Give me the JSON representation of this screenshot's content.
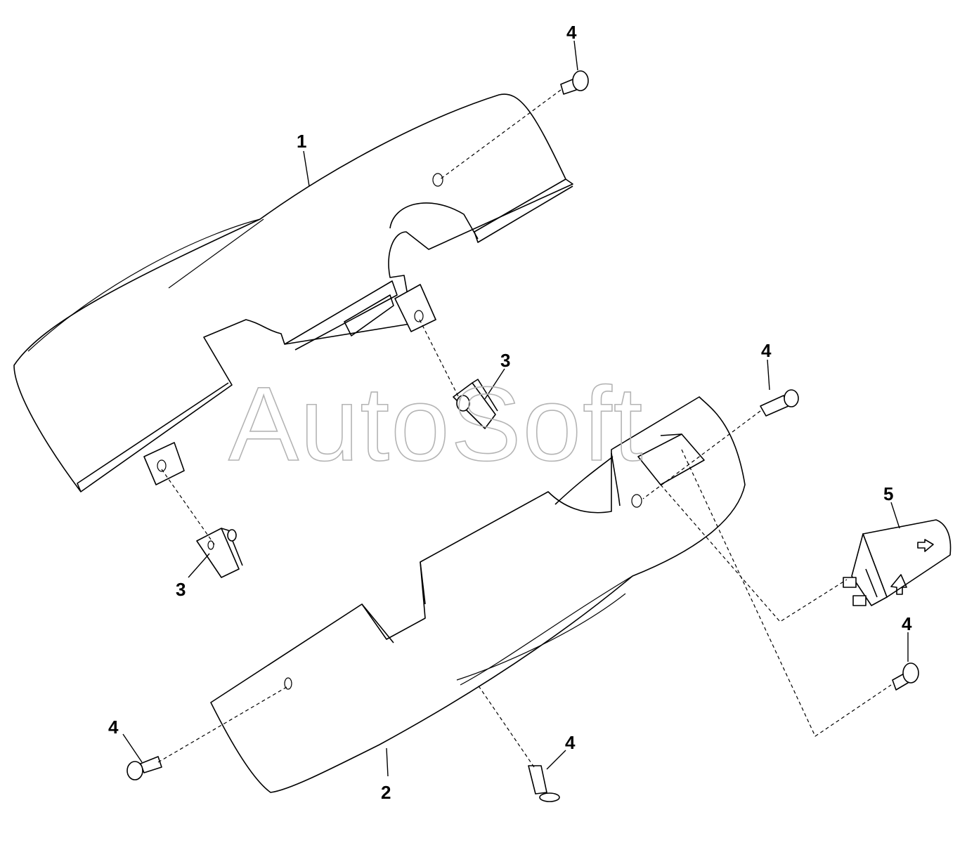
{
  "diagram": {
    "watermark": "AutoSoft",
    "callouts": {
      "upper_cover": "1",
      "lower_cover": "2",
      "nut_upper": "3",
      "nut_lower": "3",
      "screw_top": "4",
      "screw_mid_right": "4",
      "screw_bottom_left": "4",
      "screw_bottom_center": "4",
      "screw_bottom_right": "4",
      "switch": "5"
    },
    "switch_icon": "arrow-icon"
  }
}
